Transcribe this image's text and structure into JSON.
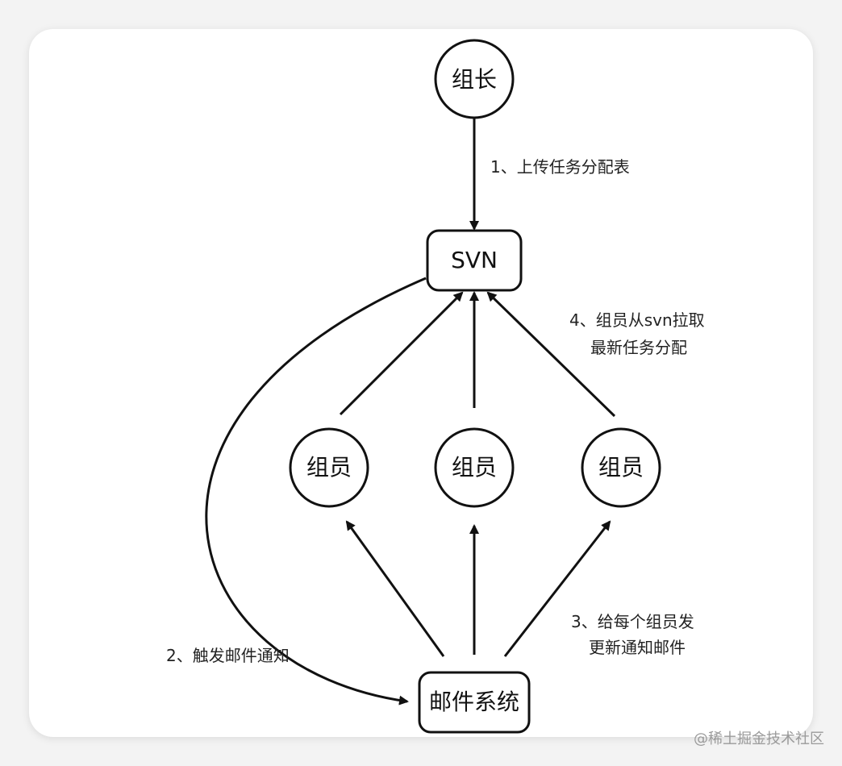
{
  "nodes": {
    "leader": "组长",
    "svn": "SVN",
    "member_left": "组员",
    "member_center": "组员",
    "member_right": "组员",
    "mail_system": "邮件系统"
  },
  "edges": {
    "step1": "1、上传任务分配表",
    "step2": "2、触发邮件通知",
    "step3_line1": "3、给每个组员发",
    "step3_line2": "更新通知邮件",
    "step4_line1": "4、组员从svn拉取",
    "step4_line2": "最新任务分配"
  },
  "watermark": "@稀土掘金技术社区"
}
